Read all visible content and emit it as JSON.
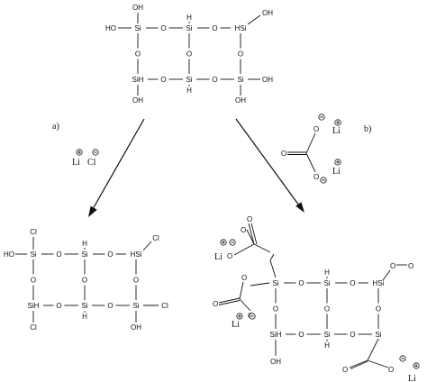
{
  "labels": {
    "a": "a)",
    "b": "b)"
  },
  "reagents": {
    "a": [
      "Li",
      "Cl"
    ],
    "b": [
      "Li",
      "Li"
    ]
  },
  "atoms": {
    "si": "Si",
    "sih": "SiH",
    "hsi": "HSi",
    "o": "O",
    "oh": "OH",
    "ho": "HO",
    "h": "H",
    "cl": "Cl"
  },
  "charges": {
    "plus": "+",
    "minus": "-"
  }
}
